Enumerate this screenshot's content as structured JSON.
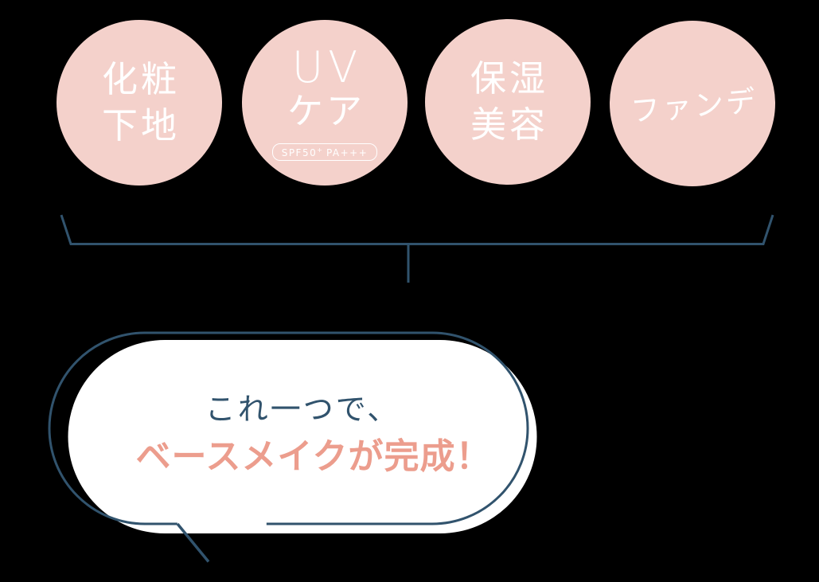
{
  "colors": {
    "background": "#000000",
    "circle_fill": "#f4d1cb",
    "circle_text": "#ffffff",
    "navy_line": "#31536d",
    "bubble_fill": "#ffffff",
    "accent_text": "#ec9d8d"
  },
  "features": [
    {
      "id": "makeup-base",
      "lines": [
        "化粧",
        "下地"
      ]
    },
    {
      "id": "uv-care",
      "lines": [
        "UV",
        "ケア"
      ],
      "badge": {
        "spf": "SPF50",
        "sup": "+",
        "pa": "PA+++"
      }
    },
    {
      "id": "moisturizing",
      "lines": [
        "保湿",
        "美容"
      ]
    },
    {
      "id": "foundation",
      "lines": [
        "ファンデ"
      ]
    }
  ],
  "bubble": {
    "line1": "これ一つで、",
    "line2": "ベースメイクが完成！"
  }
}
